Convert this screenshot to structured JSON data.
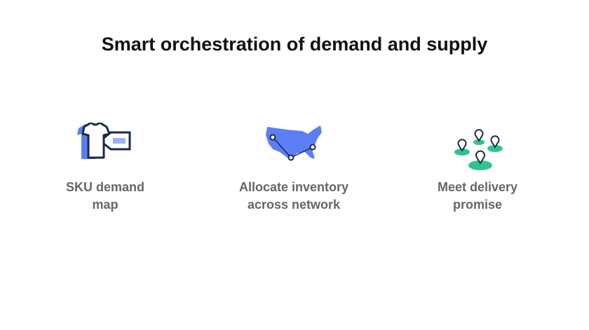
{
  "title": "Smart orchestration of demand and supply",
  "items": [
    {
      "icon": "tshirt-tag-icon",
      "line1": "SKU demand",
      "line2": "map"
    },
    {
      "icon": "us-map-route-icon",
      "line1": "Allocate inventory",
      "line2": "across network"
    },
    {
      "icon": "location-pins-icon",
      "line1": "Meet delivery",
      "line2": "promise"
    }
  ],
  "colors": {
    "blue": "#5b7ef5",
    "navy": "#1b2a4a",
    "green": "#2fc48f"
  }
}
